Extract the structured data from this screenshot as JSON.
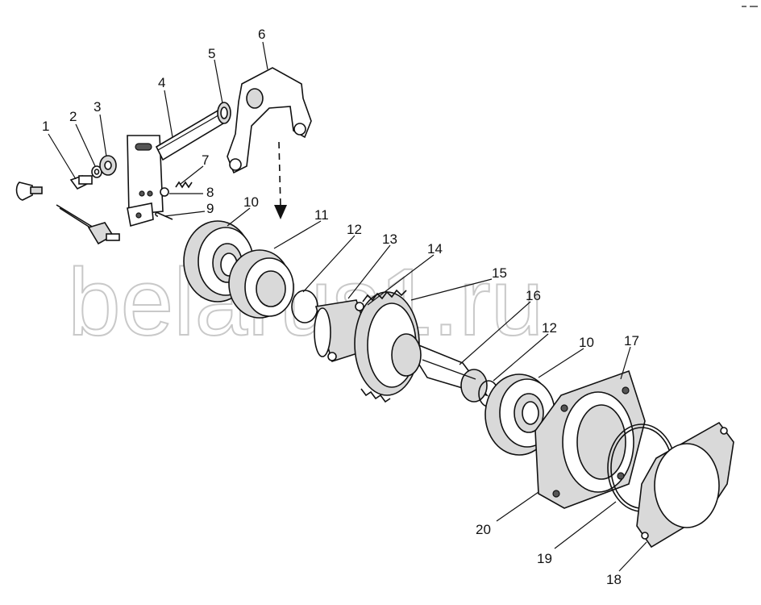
{
  "watermark": "belarus1.ru",
  "callouts": [
    "1",
    "2",
    "3",
    "4",
    "5",
    "6",
    "7",
    "8",
    "9",
    "10",
    "11",
    "12",
    "13",
    "14",
    "15",
    "16",
    "12",
    "10",
    "17",
    "20",
    "19",
    "18"
  ]
}
